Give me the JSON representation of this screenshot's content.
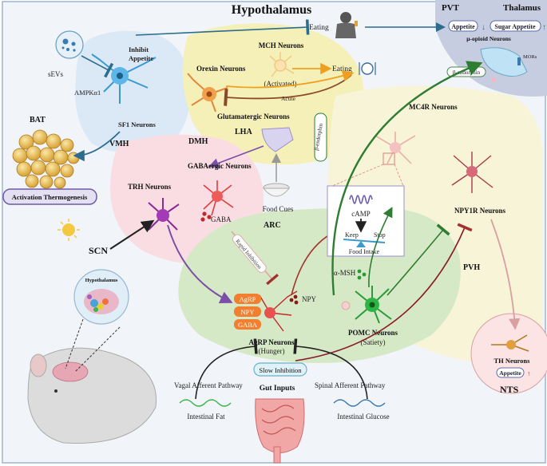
{
  "title": "Hypothalamus",
  "regions": {
    "pvt": "PVT",
    "thalamus": "Thalamus",
    "bat": "BAT",
    "vmh": "VMH",
    "dmh": "DMH",
    "lha": "LHA",
    "arc": "ARC",
    "pvh": "PVH",
    "nts": "NTS",
    "scn": "SCN"
  },
  "neurons": {
    "sf1": "SF1 Neurons",
    "orexin": "Orexin Neurons",
    "mch": "MCH Neurons",
    "mch_state": "(Activated)",
    "glutamatergic": "Glutamatergic Neurons",
    "gabaergic": "GABAergic Neurons",
    "trh": "TRH Neurons",
    "mc4r": "MC4R Neurons",
    "npy1r": "NPY1R Neurons",
    "pomc": "POMC Neurons",
    "pomc_state": "(Satiety)",
    "agrp": "AgRP Neurons",
    "agrp_state": "(Hunger)",
    "th": "TH Neurons",
    "mu_opioid": "μ-opioid  Neurons"
  },
  "labels": {
    "inhibit": "Inhibit",
    "appetite_word": "Appetite",
    "sevs": "sEVs",
    "ampk": "AMPKα1",
    "eating_top": "Eating",
    "eating_lha": "Eating",
    "acute": "Acute",
    "activation_thermogenesis": "Activation Thermogenesis",
    "food_cues": "Food Cues",
    "gaba": "GABA",
    "npy": "NPY",
    "rapid_inhibition": "Rapid Inhibition",
    "beta_endorphin_green": "β-endorphin",
    "beta_endorphin_box": "β-endorphin",
    "camp": "cAMP",
    "keep": "Keep",
    "stop": "Stop",
    "food_intake": "Food Intake",
    "alpha_msh": "α-MSH",
    "slow_inhibition": "Slow Inhibition",
    "gut_inputs": "Gut Inputs",
    "vagal": "Vagal Afferent Pathway",
    "spinal": "Spinal Afferent Pathway",
    "intestinal_fat": "Intestinal Fat",
    "intestinal_glucose": "Intestinal Glucose",
    "appetite_pvt": "Appetite",
    "sugar_appetite": "Sugar Appetite",
    "mors": "MORs",
    "appetite_nts": "Appetite",
    "hypothalamus_inset": "Hypothalamus",
    "agrp_box": "AgRP",
    "npy_box": "NPY",
    "gaba_box": "GABA"
  },
  "colors": {
    "frame_border": "#9bb6d2",
    "frame_bg": "#f1f5f9",
    "vmh": "#dbe8f5",
    "lha": "#f5efb8",
    "dmh": "#f9dde2",
    "arc": "#d6e9c6",
    "pvh": "#f8f4d7",
    "pvt": "#c7cde0",
    "nts": "#fce4e4",
    "green_arrow": "#2e7d32",
    "red_inhibit": "#a33131",
    "purple_arrow": "#7a4fa8",
    "orange_arrow": "#f0a020",
    "blue_arrow": "#2b6c8f"
  },
  "icons": [
    "exosome-icon",
    "person-eating-icon",
    "fork-knife-plate-icon",
    "sun-icon",
    "food-bowl-icon",
    "intestine-icon",
    "mouse-icon",
    "brain-icon",
    "gpcr-receptor-icon",
    "fat-cells-icon"
  ]
}
